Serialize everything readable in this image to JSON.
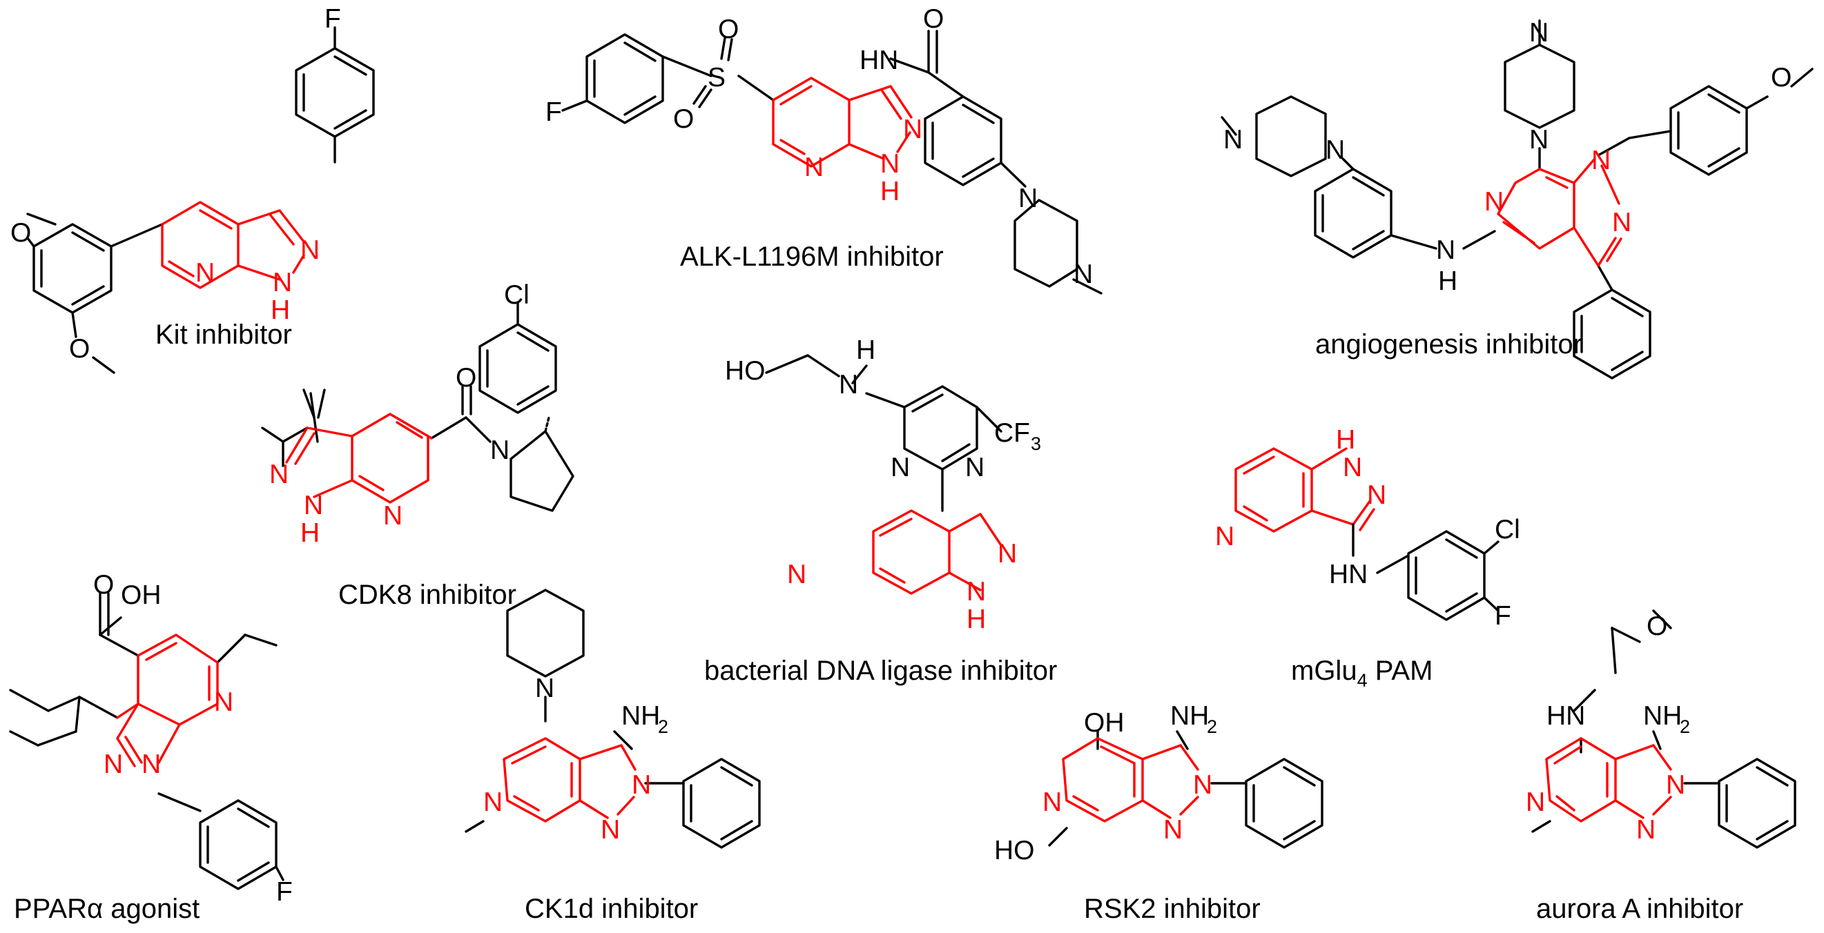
{
  "colors": {
    "core": "#ff0000",
    "ink": "#000000",
    "background": "#ffffff"
  },
  "molecules": [
    {
      "id": "kit",
      "caption": "Kit inhibitor",
      "labels": {
        "f": "F",
        "o1": "O",
        "o2": "O",
        "n1": "N",
        "n2": "N",
        "nh": "N",
        "h": "H"
      }
    },
    {
      "id": "alk",
      "caption": "ALK-L1196M inhibitor",
      "labels": {
        "f": "F",
        "s": "S",
        "o1": "O",
        "o2": "O",
        "hn": "HN",
        "o3": "O",
        "n1": "N",
        "n2": "N",
        "nh": "N",
        "h": "H",
        "np1": "N",
        "np2": "N"
      }
    },
    {
      "id": "angio",
      "caption": "angiogenesis inhibitor",
      "labels": {
        "np1": "N",
        "np2": "N",
        "np3": "N",
        "np4": "N",
        "n1": "N",
        "n2": "N",
        "n3": "N",
        "nh": "N",
        "h": "H",
        "o": "O"
      }
    },
    {
      "id": "cdk8",
      "caption": "CDK8 inhibitor",
      "labels": {
        "cl": "Cl",
        "o": "O",
        "n": "N",
        "n1": "N",
        "nh": "N",
        "h": "H",
        "npy": "N"
      }
    },
    {
      "id": "ligase",
      "caption": "bacterial DNA ligase inhibitor",
      "labels": {
        "ho": "HO",
        "h": "H",
        "n": "N",
        "cf3": "CF",
        "sub3": "3",
        "n1": "N",
        "n2": "N",
        "n3": "N",
        "n4": "N",
        "n5": "N",
        "h2": "H"
      }
    },
    {
      "id": "mglu4",
      "caption_main": "mGlu",
      "caption_sub": "4",
      "caption_tail": " PAM",
      "labels": {
        "h": "H",
        "n1": "N",
        "n2": "N",
        "n3": "N",
        "hn": "HN",
        "cl": "Cl",
        "f": "F"
      }
    },
    {
      "id": "ppara",
      "caption_main": "PPAR",
      "caption_greek": "α",
      "caption_tail": " agonist",
      "labels": {
        "o": "O",
        "oh": "OH",
        "n1": "N",
        "n2": "N",
        "n3": "N",
        "f": "F"
      }
    },
    {
      "id": "ck1d",
      "caption": "CK1d inhibitor",
      "labels": {
        "npip": "N",
        "nh2": "NH",
        "sub2": "2",
        "n1": "N",
        "n2": "N",
        "n3": "N"
      }
    },
    {
      "id": "rsk2",
      "caption": "RSK2 inhibitor",
      "labels": {
        "oh": "OH",
        "nh2": "NH",
        "sub2": "2",
        "n1": "N",
        "n2": "N",
        "n3": "N",
        "ho": "HO"
      }
    },
    {
      "id": "aurora",
      "caption": "aurora A inhibitor",
      "labels": {
        "o": "O",
        "hn": "HN",
        "nh2": "NH",
        "sub2": "2",
        "n1": "N",
        "n2": "N",
        "n3": "N"
      }
    }
  ]
}
